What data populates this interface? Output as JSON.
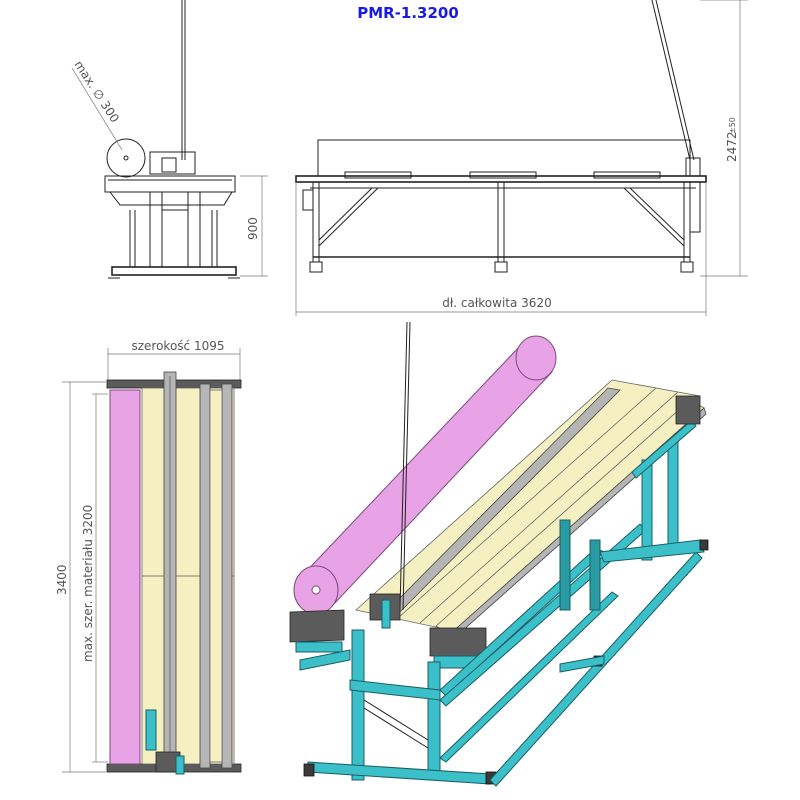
{
  "title": "PMR-1.3200",
  "dimensions": {
    "roll_max_diameter": "max. ∅ 300",
    "table_height": "900",
    "overall_height": "2472",
    "overall_height_tolerance": "±50",
    "total_length": "dł. całkowita 3620",
    "width": "szerokość 1095",
    "overall_length": "3400",
    "max_material_width": "max. szer. materiału 3200"
  },
  "colors": {
    "frame": "#3bbfc9",
    "roll": "#e7a3e6",
    "table_top": "#f5f0c2",
    "title": "#1a1ae6"
  }
}
